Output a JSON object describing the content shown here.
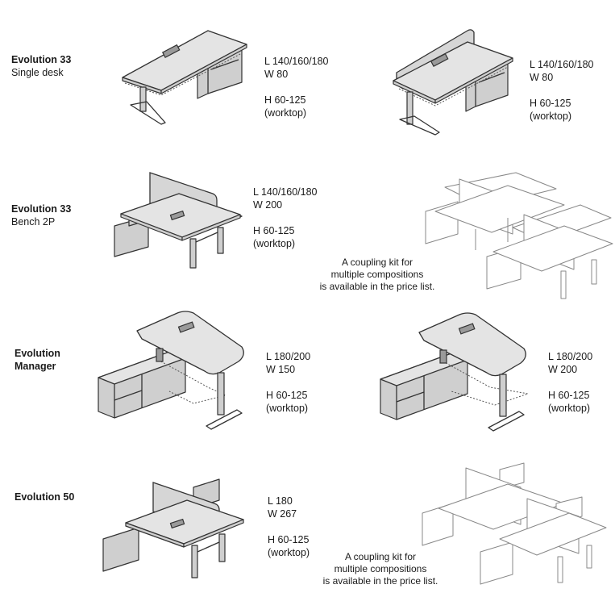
{
  "rows": [
    {
      "title_bold": "Evolution 33",
      "title_sub": "Single desk",
      "variants": [
        {
          "dims": [
            "L 140/160/180",
            "W 80"
          ],
          "height": [
            "H 60-125",
            "(worktop)"
          ]
        },
        {
          "dims": [
            "L 140/160/180",
            "W 80"
          ],
          "height": [
            "H 60-125",
            "(worktop)"
          ]
        }
      ]
    },
    {
      "title_bold": "Evolution 33",
      "title_sub": "Bench 2P",
      "variants": [
        {
          "dims": [
            "L 140/160/180",
            "W 200"
          ],
          "height": [
            "H 60-125",
            "(worktop)"
          ]
        }
      ],
      "note": [
        "A coupling kit for",
        "multiple compositions",
        "is available in the price list."
      ]
    },
    {
      "title_bold": "Evolution",
      "title_bold2": "Manager",
      "variants": [
        {
          "dims": [
            "L 180/200",
            "W 150"
          ],
          "height": [
            "H 60-125",
            "(worktop)"
          ]
        },
        {
          "dims": [
            "L 180/200",
            "W 200"
          ],
          "height": [
            "H 60-125",
            "(worktop)"
          ]
        }
      ]
    },
    {
      "title_bold": "Evolution 50",
      "variants": [
        {
          "dims": [
            "L 180",
            "W 267"
          ],
          "height": [
            "H 60-125",
            "(worktop)"
          ]
        }
      ],
      "note": [
        "A coupling kit for",
        "multiple compositions",
        "is available in the price list."
      ]
    }
  ],
  "icons": [
    "single-desk-illustration",
    "single-desk-screen-illustration",
    "bench-illustration",
    "bench-multiple-illustration",
    "manager-desk-illustration",
    "evolution50-illustration",
    "evolution50-multiple-illustration"
  ]
}
